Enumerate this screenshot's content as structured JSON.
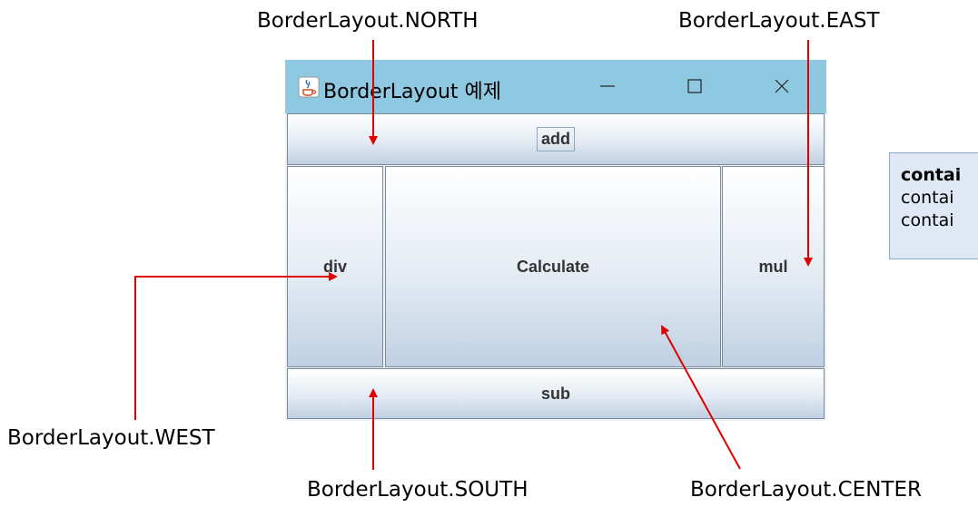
{
  "annotations": {
    "north": "BorderLayout.NORTH",
    "east": "BorderLayout.EAST",
    "west": "BorderLayout.WEST",
    "south": "BorderLayout.SOUTH",
    "center": "BorderLayout.CENTER"
  },
  "window": {
    "title": "BorderLayout 예제",
    "icon": "java-coffee-icon",
    "controls": [
      "minimize-icon",
      "maximize-icon",
      "close-icon"
    ]
  },
  "buttons": {
    "north": "add",
    "west": "div",
    "center": "Calculate",
    "east": "mul",
    "south": "sub"
  },
  "infobox": {
    "line1": "contai",
    "line2": "contai",
    "line3": "contai"
  },
  "colors": {
    "titlebar": "#8fc8e1",
    "arrow": "#e00000",
    "infobox_bg": "#dfe8f4"
  }
}
